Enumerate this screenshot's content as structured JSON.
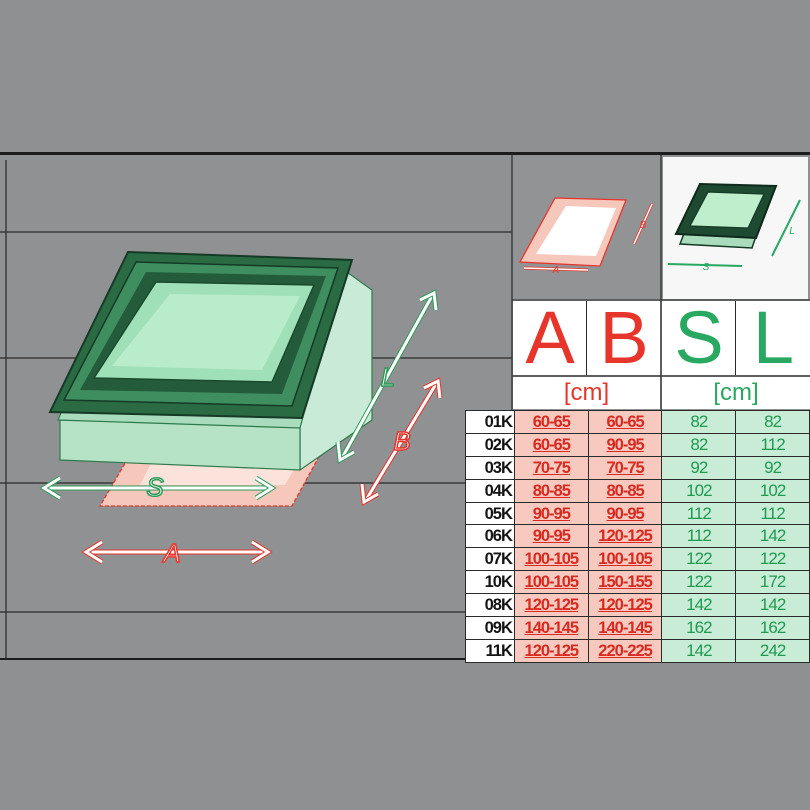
{
  "diagram": {
    "labels": {
      "S": "S",
      "A": "A",
      "B": "B",
      "L": "L"
    }
  },
  "header": {
    "letters": [
      "A",
      "B",
      "S",
      "L"
    ],
    "unit_left": "[cm]",
    "unit_right": "[cm]"
  },
  "colors": {
    "red": "#e8352c",
    "green": "#28a860",
    "frame_dark": "#1f4a32",
    "background": "#8f9091"
  },
  "table": {
    "rows": [
      {
        "code": "01K",
        "a": "60-65",
        "b": "60-65",
        "s": "82",
        "l": "82"
      },
      {
        "code": "02K",
        "a": "60-65",
        "b": "90-95",
        "s": "82",
        "l": "112"
      },
      {
        "code": "03K",
        "a": "70-75",
        "b": "70-75",
        "s": "92",
        "l": "92"
      },
      {
        "code": "04K",
        "a": "80-85",
        "b": "80-85",
        "s": "102",
        "l": "102"
      },
      {
        "code": "05K",
        "a": "90-95",
        "b": "90-95",
        "s": "112",
        "l": "112"
      },
      {
        "code": "06K",
        "a": "90-95",
        "b": "120-125",
        "s": "112",
        "l": "142"
      },
      {
        "code": "07K",
        "a": "100-105",
        "b": "100-105",
        "s": "122",
        "l": "122"
      },
      {
        "code": "10K",
        "a": "100-105",
        "b": "150-155",
        "s": "122",
        "l": "172"
      },
      {
        "code": "08K",
        "a": "120-125",
        "b": "120-125",
        "s": "142",
        "l": "142"
      },
      {
        "code": "09K",
        "a": "140-145",
        "b": "140-145",
        "s": "162",
        "l": "162"
      },
      {
        "code": "11K",
        "a": "120-125",
        "b": "220-225",
        "s": "142",
        "l": "242"
      }
    ]
  }
}
